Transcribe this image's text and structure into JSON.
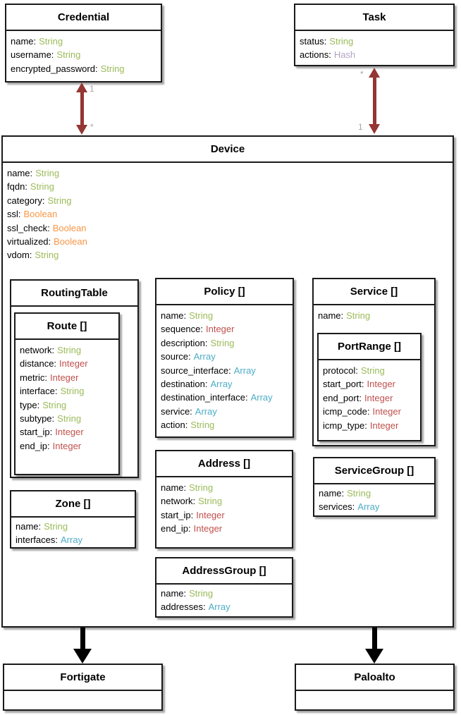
{
  "colors": {
    "type_string": "#9bbb59",
    "type_integer": "#c0504d",
    "type_array": "#4bacc6",
    "type_hash": "#b2a2c7",
    "type_boolean": "#f79646",
    "association_arrow": "#943634",
    "inheritance_arrow": "#000000",
    "multiplicity_label": "#a6a6a6",
    "box_border": "#1a1a1a"
  },
  "classes": {
    "credential": {
      "title": "Credential",
      "attrs": [
        {
          "label": "name:",
          "type": "String",
          "cls": "t-string"
        },
        {
          "label": "username:",
          "type": "String",
          "cls": "t-string"
        },
        {
          "label": "encrypted_password:",
          "type": "String",
          "cls": "t-string"
        }
      ]
    },
    "task": {
      "title": "Task",
      "attrs": [
        {
          "label": "status:",
          "type": "String",
          "cls": "t-string"
        },
        {
          "label": "actions:",
          "type": "Hash",
          "cls": "t-hash"
        }
      ]
    },
    "device": {
      "title": "Device",
      "attrs": [
        {
          "label": "name:",
          "type": "String",
          "cls": "t-string"
        },
        {
          "label": "fqdn:",
          "type": "String",
          "cls": "t-string"
        },
        {
          "label": "category:",
          "type": "String",
          "cls": "t-string"
        },
        {
          "label": "ssl:",
          "type": "Boolean",
          "cls": "t-boolean"
        },
        {
          "label": "ssl_check:",
          "type": "Boolean",
          "cls": "t-boolean"
        },
        {
          "label": "virtualized:",
          "type": "Boolean",
          "cls": "t-boolean"
        },
        {
          "label": "vdom:",
          "type": "String",
          "cls": "t-string"
        }
      ]
    },
    "routing_table": {
      "title": "RoutingTable",
      "attrs": []
    },
    "route": {
      "title": "Route []",
      "attrs": [
        {
          "label": "network:",
          "type": "String",
          "cls": "t-string"
        },
        {
          "label": "distance:",
          "type": "Integer",
          "cls": "t-integer"
        },
        {
          "label": "metric:",
          "type": "Integer",
          "cls": "t-integer"
        },
        {
          "label": "interface:",
          "type": "String",
          "cls": "t-string"
        },
        {
          "label": "type:",
          "type": "String",
          "cls": "t-string"
        },
        {
          "label": "subtype:",
          "type": "String",
          "cls": "t-string"
        },
        {
          "label": "start_ip:",
          "type": "Integer",
          "cls": "t-integer"
        },
        {
          "label": "end_ip:",
          "type": "Integer",
          "cls": "t-integer"
        }
      ]
    },
    "policy": {
      "title": "Policy []",
      "attrs": [
        {
          "label": "name:",
          "type": "String",
          "cls": "t-string"
        },
        {
          "label": "sequence:",
          "type": "Integer",
          "cls": "t-integer"
        },
        {
          "label": "description:",
          "type": "String",
          "cls": "t-string"
        },
        {
          "label": "source:",
          "type": "Array",
          "cls": "t-array"
        },
        {
          "label": "source_interface:",
          "type": "Array",
          "cls": "t-array"
        },
        {
          "label": "destination:",
          "type": "Array",
          "cls": "t-array"
        },
        {
          "label": "destination_interface:",
          "type": "Array",
          "cls": "t-array"
        },
        {
          "label": "service:",
          "type": "Array",
          "cls": "t-array"
        },
        {
          "label": "action:",
          "type": "String",
          "cls": "t-string"
        }
      ]
    },
    "service": {
      "title": "Service []",
      "attrs": [
        {
          "label": "name:",
          "type": "String",
          "cls": "t-string"
        }
      ]
    },
    "port_range": {
      "title": "PortRange []",
      "attrs": [
        {
          "label": "protocol:",
          "type": "String",
          "cls": "t-string"
        },
        {
          "label": "start_port:",
          "type": "Integer",
          "cls": "t-integer"
        },
        {
          "label": "end_port:",
          "type": "Integer",
          "cls": "t-integer"
        },
        {
          "label": "icmp_code:",
          "type": "Integer",
          "cls": "t-integer"
        },
        {
          "label": "icmp_type:",
          "type": "Integer",
          "cls": "t-integer"
        }
      ]
    },
    "address": {
      "title": "Address []",
      "attrs": [
        {
          "label": "name:",
          "type": "String",
          "cls": "t-string"
        },
        {
          "label": "network:",
          "type": "String",
          "cls": "t-string"
        },
        {
          "label": "start_ip:",
          "type": "Integer",
          "cls": "t-integer"
        },
        {
          "label": "end_ip:",
          "type": "Integer",
          "cls": "t-integer"
        }
      ]
    },
    "zone": {
      "title": "Zone []",
      "attrs": [
        {
          "label": "name:",
          "type": "String",
          "cls": "t-string"
        },
        {
          "label": "interfaces:",
          "type": "Array",
          "cls": "t-array"
        }
      ]
    },
    "service_group": {
      "title": "ServiceGroup []",
      "attrs": [
        {
          "label": "name:",
          "type": "String",
          "cls": "t-string"
        },
        {
          "label": "services:",
          "type": "Array",
          "cls": "t-array"
        }
      ]
    },
    "address_group": {
      "title": "AddressGroup []",
      "attrs": [
        {
          "label": "name:",
          "type": "String",
          "cls": "t-string"
        },
        {
          "label": "addresses:",
          "type": "Array",
          "cls": "t-array"
        }
      ]
    },
    "fortigate": {
      "title": "Fortigate",
      "attrs": []
    },
    "paloalto": {
      "title": "Paloalto",
      "attrs": []
    }
  },
  "relations": {
    "credential_device": {
      "top_label": "1",
      "bottom_label": "*"
    },
    "task_device": {
      "top_label": "*",
      "bottom_label": "1"
    }
  }
}
